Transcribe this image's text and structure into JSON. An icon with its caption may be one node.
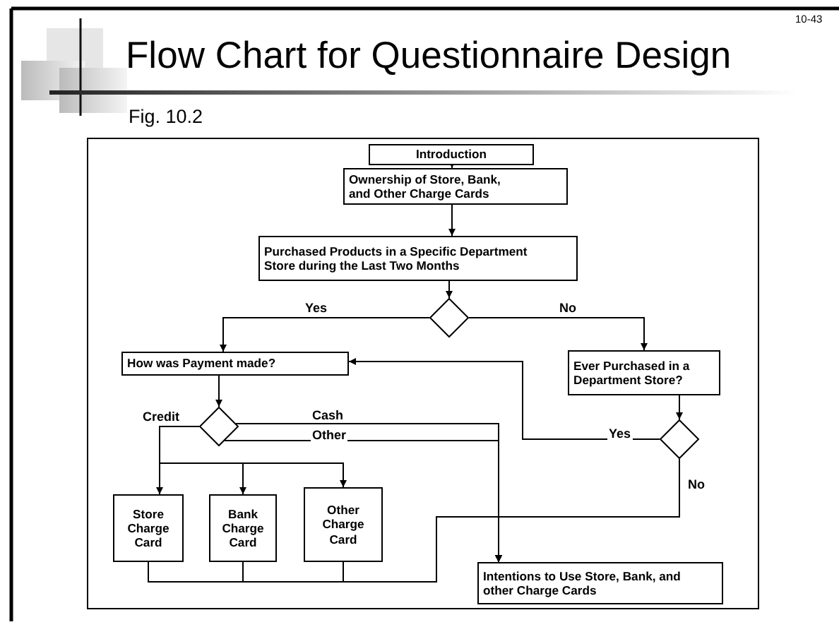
{
  "diagram": {
    "title": "Flow Chart for Questionnaire Design",
    "nodes": [
      {
        "text": [
          "Introduction"
        ]
      },
      {
        "text": [
          "Ownership of Store, Bank, and Other Charge Cards"
        ]
      },
      {
        "text": [
          "Purchased Products in a Specific Department Store during the Last Two Months"
        ]
      },
      {
        "text": [],
        "shape": "diamond"
      },
      {
        "text": [
          "How was Payment made?"
        ]
      },
      {
        "text": [
          "Ever Purchased in a Department Store?"
        ]
      },
      {
        "text": [],
        "shape": "diamond"
      },
      {
        "text": [],
        "shape": "diamond"
      },
      {
        "text": [
          "Store Charge Card"
        ]
      },
      {
        "text": [
          "Bank Charge Card"
        ]
      },
      {
        "text": [
          "Other Charge Card"
        ]
      },
      {
        "text": [
          "Intentions to Use Store, Bank, and other Charge Cards"
        ]
      }
    ],
    "edges": [
      {
        "from": 0,
        "to": 1,
        "arrow": "to"
      },
      {
        "from": 1,
        "to": 2,
        "arrow": "to"
      },
      {
        "from": 2,
        "to": 3,
        "arrow": "to"
      },
      {
        "from": 3,
        "to": 4,
        "arrow": "to",
        "label": "Yes"
      },
      {
        "from": 3,
        "to": 5,
        "arrow": "to",
        "label": "No"
      },
      {
        "from": 4,
        "to": 6,
        "arrow": "to"
      },
      {
        "from": 5,
        "to": 7,
        "arrow": "to"
      },
      {
        "from": 7,
        "to": 4,
        "arrow": "to",
        "label": "Yes"
      },
      {
        "from": 6,
        "to": 11,
        "arrow": "to",
        "label": "Cash"
      },
      {
        "from": 6,
        "to": 11,
        "arrow": "to",
        "label": "Other"
      },
      {
        "from": 6,
        "to": 8,
        "arrow": "to",
        "label": "Credit"
      },
      {
        "from": 6,
        "to": 9,
        "arrow": "to"
      },
      {
        "from": 6,
        "to": 10,
        "arrow": "to"
      },
      {
        "from": 8,
        "to": 11,
        "arrow": "to"
      },
      {
        "from": 9,
        "to": 11,
        "arrow": "to"
      },
      {
        "from": 10,
        "to": 11,
        "arrow": "to"
      },
      {
        "from": 7,
        "to": 11,
        "arrow": "to",
        "label": "No"
      }
    ],
    "labels": [
      "10-43",
      "Fig. 10.2"
    ]
  }
}
